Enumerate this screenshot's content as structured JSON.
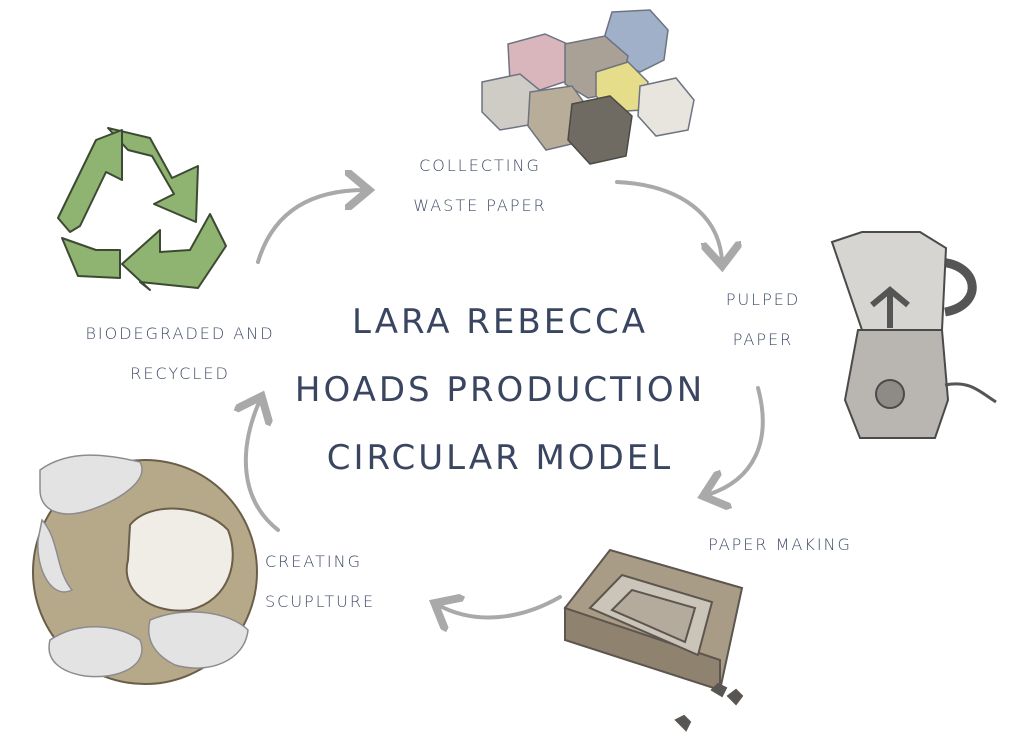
{
  "title": {
    "line1": "LARA REBECCA",
    "line2": "HOADS PRODUCTION",
    "line3": "CIRCULAR MODEL"
  },
  "steps": {
    "collecting": {
      "line1": "COLLECTING",
      "line2": "WASTE PAPER"
    },
    "pulped": {
      "line1": "PULPED",
      "line2": "PAPER"
    },
    "paper_making": {
      "line1": "PAPER MAKING"
    },
    "creating": {
      "line1": "CREATING",
      "line2": "SCUPLTURE"
    },
    "biodegraded": {
      "line1": "BIODEGRADED AND",
      "line2": "RECYCLED"
    }
  },
  "icons": {
    "collecting": "waste-paper-scraps-icon",
    "pulped": "blender-icon",
    "paper_making": "paper-mould-deckle-icon",
    "creating": "paper-sculpture-icon",
    "biodegraded": "recycle-icon"
  },
  "colors": {
    "text": "#3f4b66",
    "arrow": "#a9a9a9",
    "recycle_green": "#8fb370"
  }
}
